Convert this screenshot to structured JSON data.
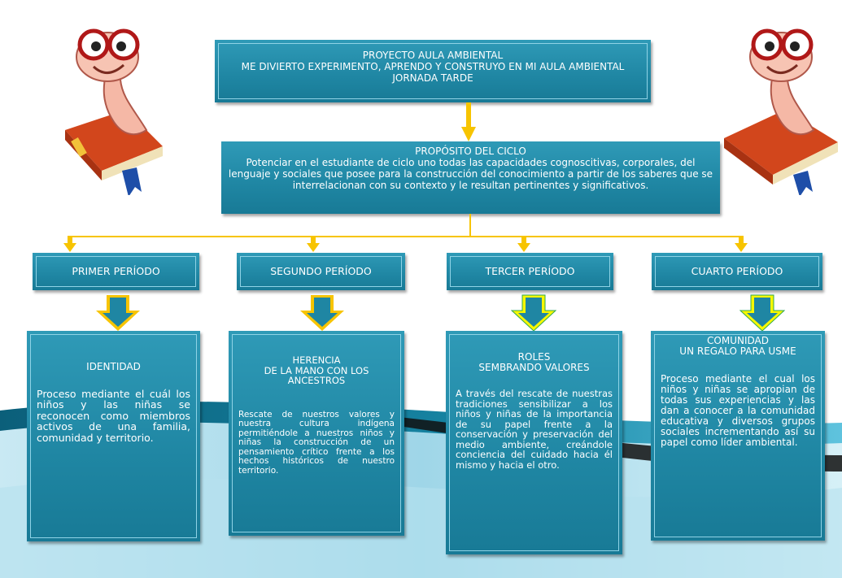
{
  "title": {
    "line1": "PROYECTO AULA  AMBIENTAL",
    "line2": "ME DIVIERTO EXPERIMENTO, APRENDO Y CONSTRUYO EN MI AULA AMBIENTAL",
    "line3": "JORNADA TARDE"
  },
  "purpose": {
    "heading": "PROPÓSITO DEL CICLO",
    "text": "Potenciar en el estudiante de ciclo uno todas las capacidades cognoscitivas, corporales, del lenguaje y sociales que posee para la construcción del conocimiento a partir de los saberes que se interrelacionan con su contexto y le resultan pertinentes y significativos."
  },
  "periods": [
    {
      "label": "PRIMER PERÍODO",
      "heading": "IDENTIDAD",
      "text": "Proceso mediante el cuál los niños y las niñas se reconocen como miembros activos de una familia, comunidad y territorio."
    },
    {
      "label": "SEGUNDO PERÍODO",
      "heading": "HERENCIA\nDE LA MANO CON LOS ANCESTROS",
      "text": "Rescate de nuestros valores y nuestra cultura indígena permitiéndole a nuestros niños y niñas la construcción de un pensamiento crítico frente a los hechos históricos de nuestro territorio."
    },
    {
      "label": "TERCER PERÍODO",
      "heading": "ROLES\nSEMBRANDO VALORES",
      "text": "A través del rescate de nuestras tradiciones sensibilizar a los niños y niñas de la importancia de su papel frente a la conservación y preservación del medio ambiente, creándole conciencia del cuidado hacia él mismo y hacia el otro."
    },
    {
      "label": "CUARTO PERÍODO",
      "heading": "COMUNIDAD\nUN REGALO PARA USME",
      "text": "Proceso mediante el cual los niños y niñas se apropian de todas sus experiencias y las dan a conocer a la comunidad educativa y diversos grupos sociales incrementando así su papel como líder ambiental."
    }
  ],
  "colors": {
    "box": "#1f86a3",
    "arrow_yellow": "#f7c400",
    "swoosh": "#1c7f9b"
  },
  "icons": [
    "bookworm-mascot-icon",
    "down-arrow-icon"
  ]
}
